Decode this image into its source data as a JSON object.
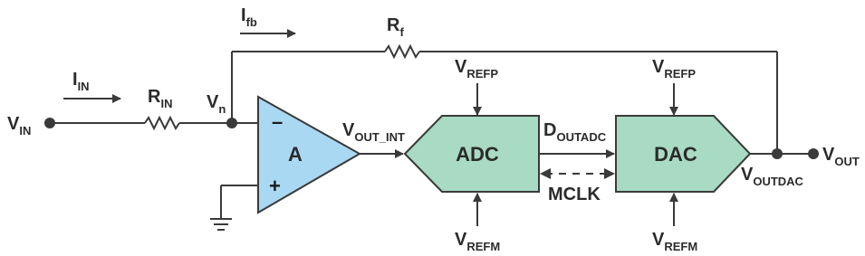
{
  "colors": {
    "opamp_fill": "#a9d8f2",
    "converter_fill": "#a8dac4",
    "wire": "#3a3a3a",
    "text": "#2b2b2b"
  },
  "labels": {
    "vin": {
      "main": "V",
      "sub": "IN"
    },
    "iin": {
      "main": "I",
      "sub": "IN"
    },
    "rin": {
      "main": "R",
      "sub": "IN"
    },
    "vn": {
      "main": "V",
      "sub": "n"
    },
    "ifb": {
      "main": "I",
      "sub": "fb"
    },
    "rf": {
      "main": "R",
      "sub": "f"
    },
    "vout_int": {
      "main": "V",
      "sub": "OUT_INT"
    },
    "adc_vrefp": {
      "main": "V",
      "sub": "REFP"
    },
    "adc_vrefm": {
      "main": "V",
      "sub": "REFM"
    },
    "doutadc": {
      "main": "D",
      "sub": "OUTADC"
    },
    "dac_vrefp": {
      "main": "V",
      "sub": "REFP"
    },
    "dac_vrefm": {
      "main": "V",
      "sub": "REFM"
    },
    "voutdac": {
      "main": "V",
      "sub": "OUTDAC"
    },
    "vout": {
      "main": "V",
      "sub": "OUT"
    },
    "mclk": "MCLK"
  },
  "blocks": {
    "amp": "A",
    "minus": "–",
    "plus": "+",
    "adc": "ADC",
    "dac": "DAC"
  }
}
